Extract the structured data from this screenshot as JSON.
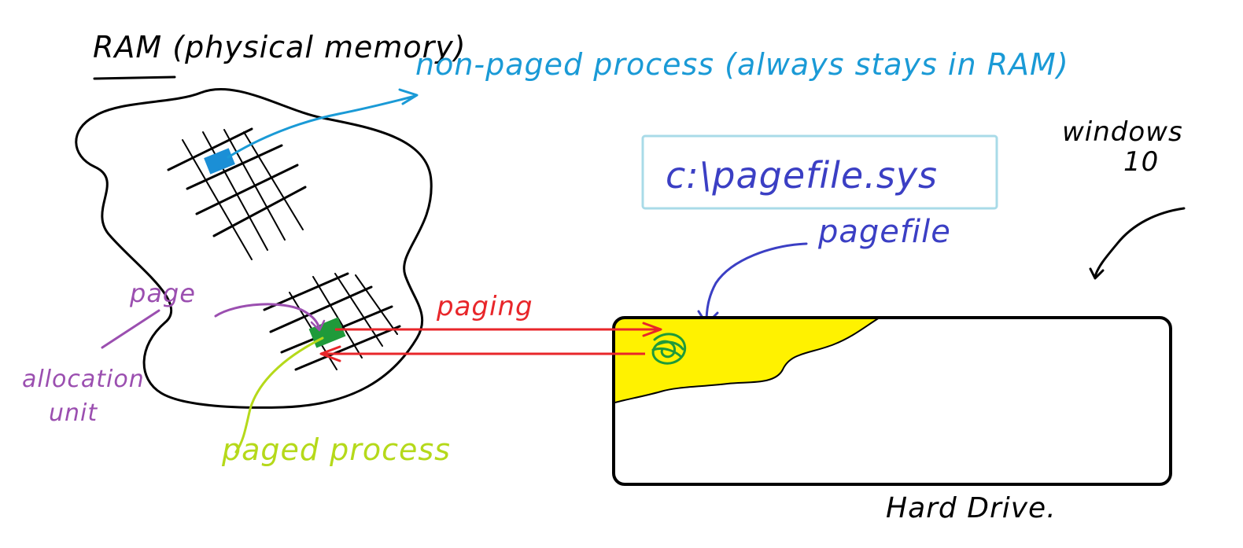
{
  "title": "RAM (physical memory)",
  "labels": {
    "non_paged": "non-paged process (always stays in RAM)",
    "windows": "windows",
    "windows_version": "10",
    "pagefile_path": "c:\\pagefile.sys",
    "pagefile": "pagefile",
    "page": "page",
    "paging": "paging",
    "allocation": "allocation",
    "unit": "unit",
    "paged_process": "paged process",
    "hard_drive": "Hard Drive."
  },
  "colors": {
    "ink": "#000000",
    "non_paged": "#1a9ad6",
    "pagefile": "#3b3fc4",
    "box_border": "#a9dbe8",
    "page_label": "#9b4fb0",
    "paging": "#e8262a",
    "paged_process": "#b5d91a",
    "pagefile_fill": "#fff200",
    "page_cell_blue": "#1b8fd6",
    "page_cell_green": "#1f9a3a"
  }
}
